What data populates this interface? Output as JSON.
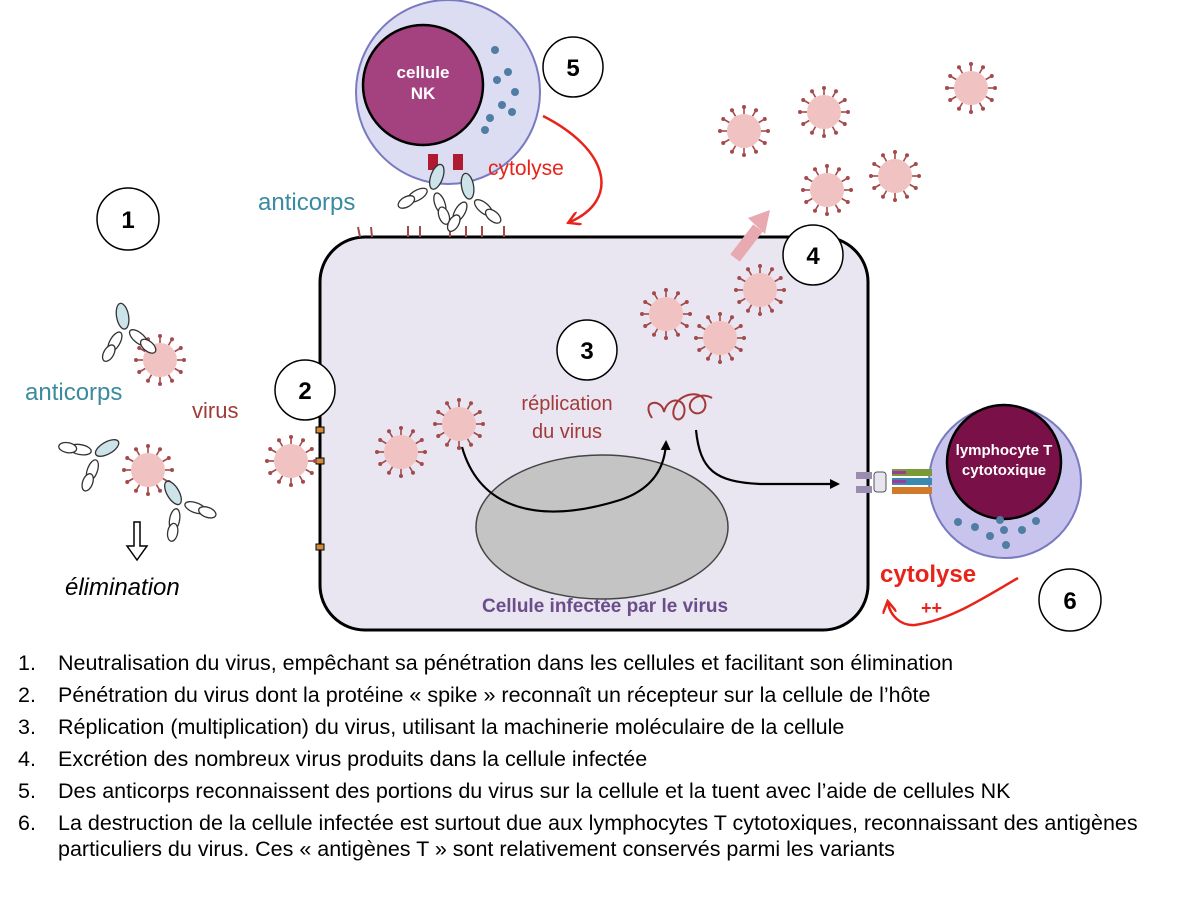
{
  "labels": {
    "nk_cell": [
      "cellule",
      "NK"
    ],
    "lymphocyte": [
      "lymphocyte T",
      "cytotoxique"
    ],
    "anticorps_top": "anticorps",
    "anticorps_left": "anticorps",
    "virus": "virus",
    "elimination": "élimination",
    "cytolyse_top": "cytolyse",
    "cytolyse_bottom": "cytolyse",
    "plusplus": "++",
    "replication": [
      "réplication",
      "du virus"
    ],
    "infected_cell": "Cellule infectée par le virus"
  },
  "step_numbers": [
    "1",
    "2",
    "3",
    "4",
    "5",
    "6"
  ],
  "steps": [
    {
      "num": "1.",
      "text": "Neutralisation du virus, empêchant sa pénétration dans les cellules et facilitant son élimination"
    },
    {
      "num": "2.",
      "text": "Pénétration du virus dont la protéine « spike » reconnaît un récepteur sur la cellule de l’hôte"
    },
    {
      "num": "3.",
      "text": "Réplication (multiplication) du virus, utilisant la machinerie moléculaire de la cellule"
    },
    {
      "num": "4.",
      "text": "Excrétion des nombreux virus produits dans la cellule infectée"
    },
    {
      "num": "5.",
      "text": "Des anticorps reconnaissent des portions du virus sur la cellule et la tuent avec l’aide de cellules NK"
    },
    {
      "num": "6.",
      "text": "La destruction de la cellule infectée est surtout due aux lymphocytes T cytotoxiques, reconnaissant des antigènes particuliers du virus. Ces « antigènes T » sont relativement conservés parmi les variants"
    }
  ],
  "colors": {
    "nk_cell": "#a3427f",
    "lymphocyte": "#7a1048",
    "cell_body": "#e9e6f1",
    "nucleus": "#c4c4c4",
    "virus_fill": "#f0c2c2",
    "virus_spike": "#a34a4a",
    "anticorps_text": "#3a8aa0",
    "virus_text": "#a33a3a",
    "cytolyse": "#e8231a",
    "cell_label": "#6a4d8a"
  }
}
